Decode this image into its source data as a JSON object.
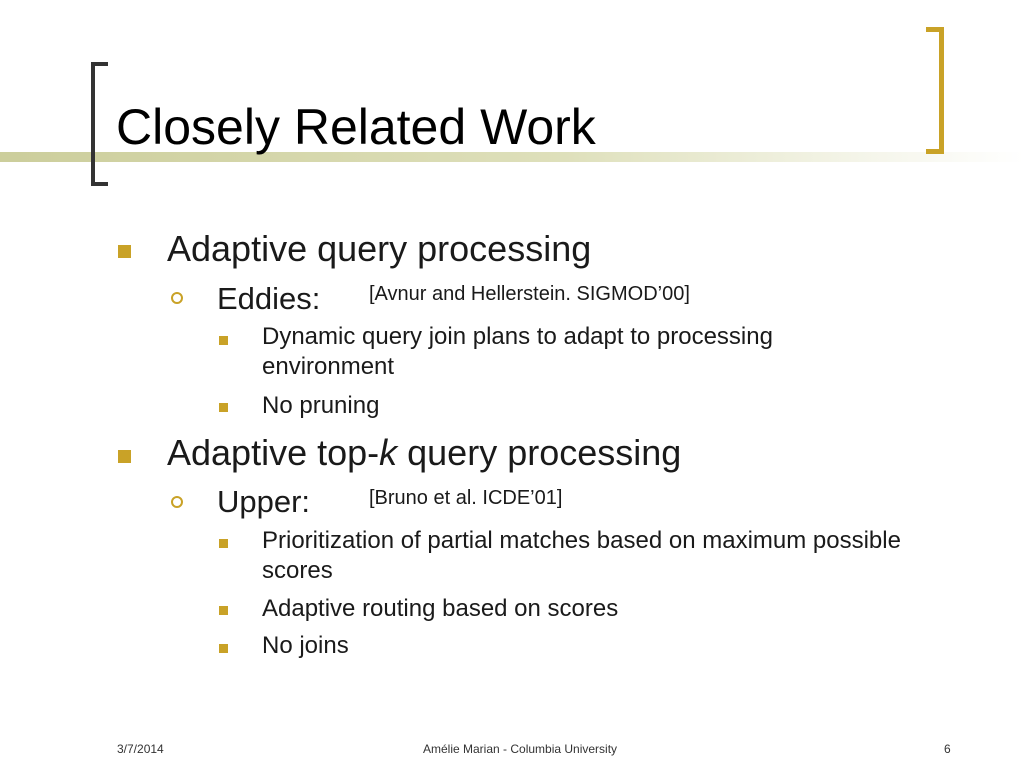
{
  "slide": {
    "title": "Closely Related Work",
    "items": [
      {
        "text_before": "Adaptive query processing"
      },
      {
        "label": "Eddies:",
        "ref": "[Avnur and Hellerstein. SIGMOD’00]"
      },
      {
        "text": "Dynamic query join plans to adapt to processing environment"
      },
      {
        "text": "No pruning"
      },
      {
        "text_before": "Adaptive top-",
        "italic": "k",
        "text_after": " query processing"
      },
      {
        "label": "Upper:",
        "ref": "[Bruno et al. ICDE’01]"
      },
      {
        "text": "Prioritization of partial matches based on maximum possible scores"
      },
      {
        "text": "Adaptive routing based on scores"
      },
      {
        "text": "No joins"
      }
    ]
  },
  "footer": {
    "date": "3/7/2014",
    "author": "Amélie Marian - Columbia University",
    "page": "6"
  },
  "colors": {
    "accent": "#c9a227",
    "band": "#c9cb96",
    "text": "#1a1a1a"
  }
}
